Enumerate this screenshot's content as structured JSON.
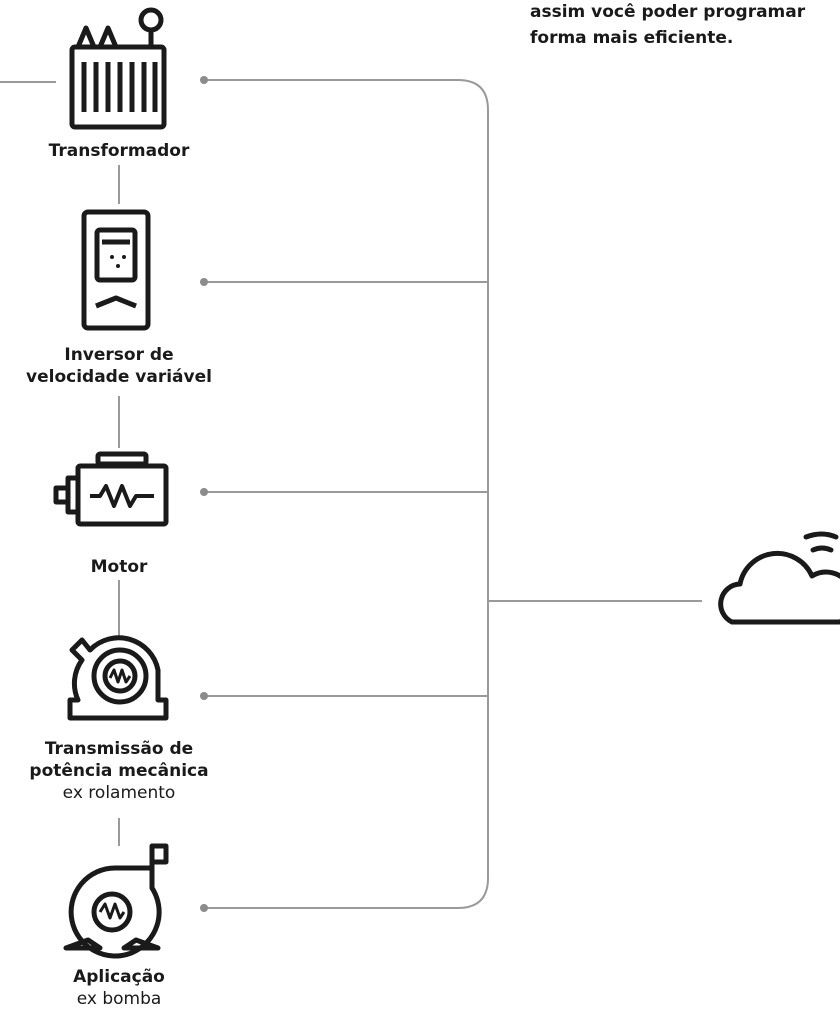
{
  "intro": {
    "line1": "assim você poder programar",
    "line2": "forma mais eficiente."
  },
  "nodes": [
    {
      "icon": "transformer-icon",
      "title": "Transformador",
      "subtitle": ""
    },
    {
      "icon": "variable-speed-drive-icon",
      "title_line1": "Inversor de",
      "title_line2": "velocidade variável"
    },
    {
      "icon": "motor-icon",
      "title": "Motor"
    },
    {
      "icon": "bearing-icon",
      "title_line1": "Transmissão de",
      "title_line2": "potência mecânica",
      "subtitle": "ex rolamento"
    },
    {
      "icon": "pump-icon",
      "title": "Aplicação",
      "subtitle": "ex bomba"
    }
  ],
  "cloud": {
    "icon": "cloud-wifi-icon"
  },
  "colors": {
    "line": "#9a9a9a",
    "dot": "#8c8c8c",
    "icon": "#1a1a1a"
  }
}
